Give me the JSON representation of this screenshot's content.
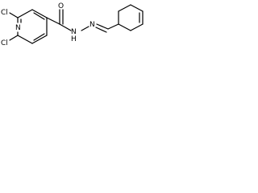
{
  "molecule": {
    "atom_labels": {
      "chlorine_top": "Cl",
      "chlorine_bottom": "Cl",
      "ring_nitrogen": "N",
      "carbonyl_oxygen": "O",
      "amide_nh": "N",
      "amide_h": "H",
      "imine_nitrogen": "N"
    }
  }
}
